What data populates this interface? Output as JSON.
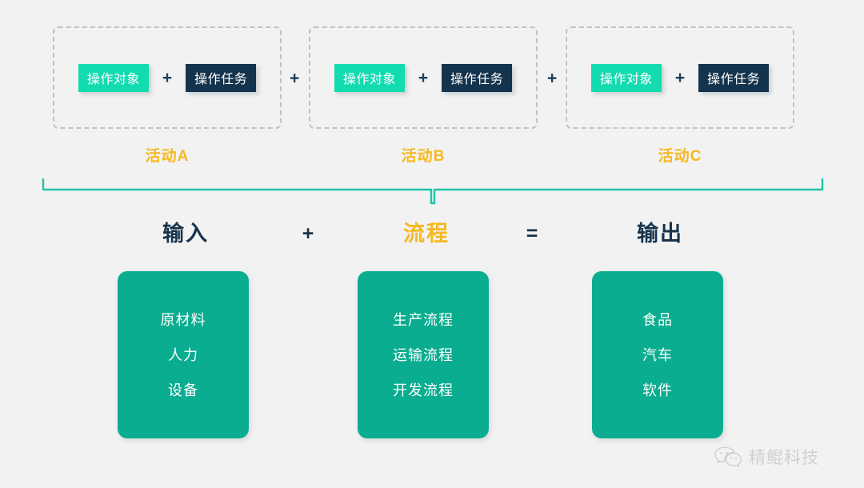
{
  "diagram": {
    "background_color": "#f2f2f2",
    "accent_teal": "#13dbb0",
    "accent_navy": "#14344e",
    "accent_amber": "#f5b820",
    "card_green": "#0aad8f",
    "activity_groups": [
      {
        "caption": "活动A",
        "object_badge": "操作对象",
        "task_badge": "操作任务",
        "inner_operator": "+"
      },
      {
        "caption": "活动B",
        "object_badge": "操作对象",
        "task_badge": "操作任务",
        "inner_operator": "+"
      },
      {
        "caption": "活动C",
        "object_badge": "操作对象",
        "task_badge": "操作任务",
        "inner_operator": "+"
      }
    ],
    "group_separators": [
      "+",
      "+"
    ],
    "equation": {
      "input_label": "输入",
      "operator_plus": "+",
      "process_label": "流程",
      "operator_equals": "=",
      "output_label": "输出"
    },
    "cards": [
      {
        "name": "input-card",
        "items": [
          "原材料",
          "人力",
          "设备"
        ]
      },
      {
        "name": "process-card",
        "items": [
          "生产流程",
          "运输流程",
          "开发流程"
        ]
      },
      {
        "name": "output-card",
        "items": [
          "食品",
          "汽车",
          "软件"
        ]
      }
    ],
    "watermark": {
      "icon": "wechat-icon",
      "text": "精鲲科技"
    }
  }
}
